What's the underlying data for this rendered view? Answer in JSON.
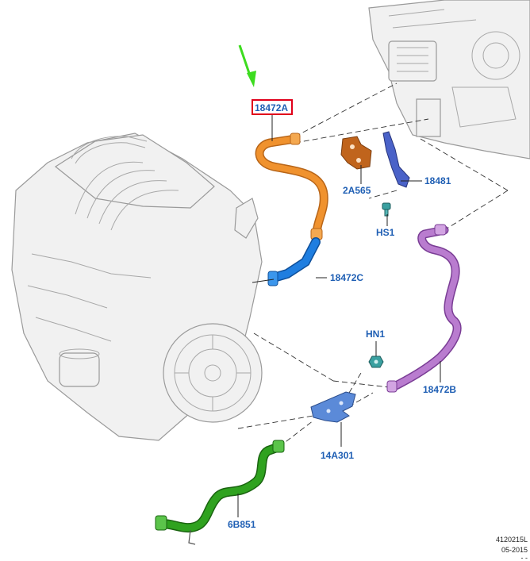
{
  "parts": {
    "p18472A": "18472A",
    "p2A565": "2A565",
    "p18481": "18481",
    "pHS1": "HS1",
    "p18472C": "18472C",
    "pHN1": "HN1",
    "p18472B": "18472B",
    "p14A301": "14A301",
    "p6B851": "6B851"
  },
  "footer": {
    "code": "4120215L",
    "date": "05-2015",
    "mark": "- -"
  },
  "colors": {
    "label": "#1f5fb4",
    "highlight_box": "#e0001a",
    "arrow": "#3ddc1f",
    "hose_a": "#f0922e",
    "hose_b": "#b97ccf",
    "hose_c": "#1f7ee0",
    "hose_6b851": "#2fa21f",
    "bracket_2a565": "#c0641c",
    "bracket_18481": "#4a62c8",
    "bracket_14a301": "#5b8ad8"
  }
}
